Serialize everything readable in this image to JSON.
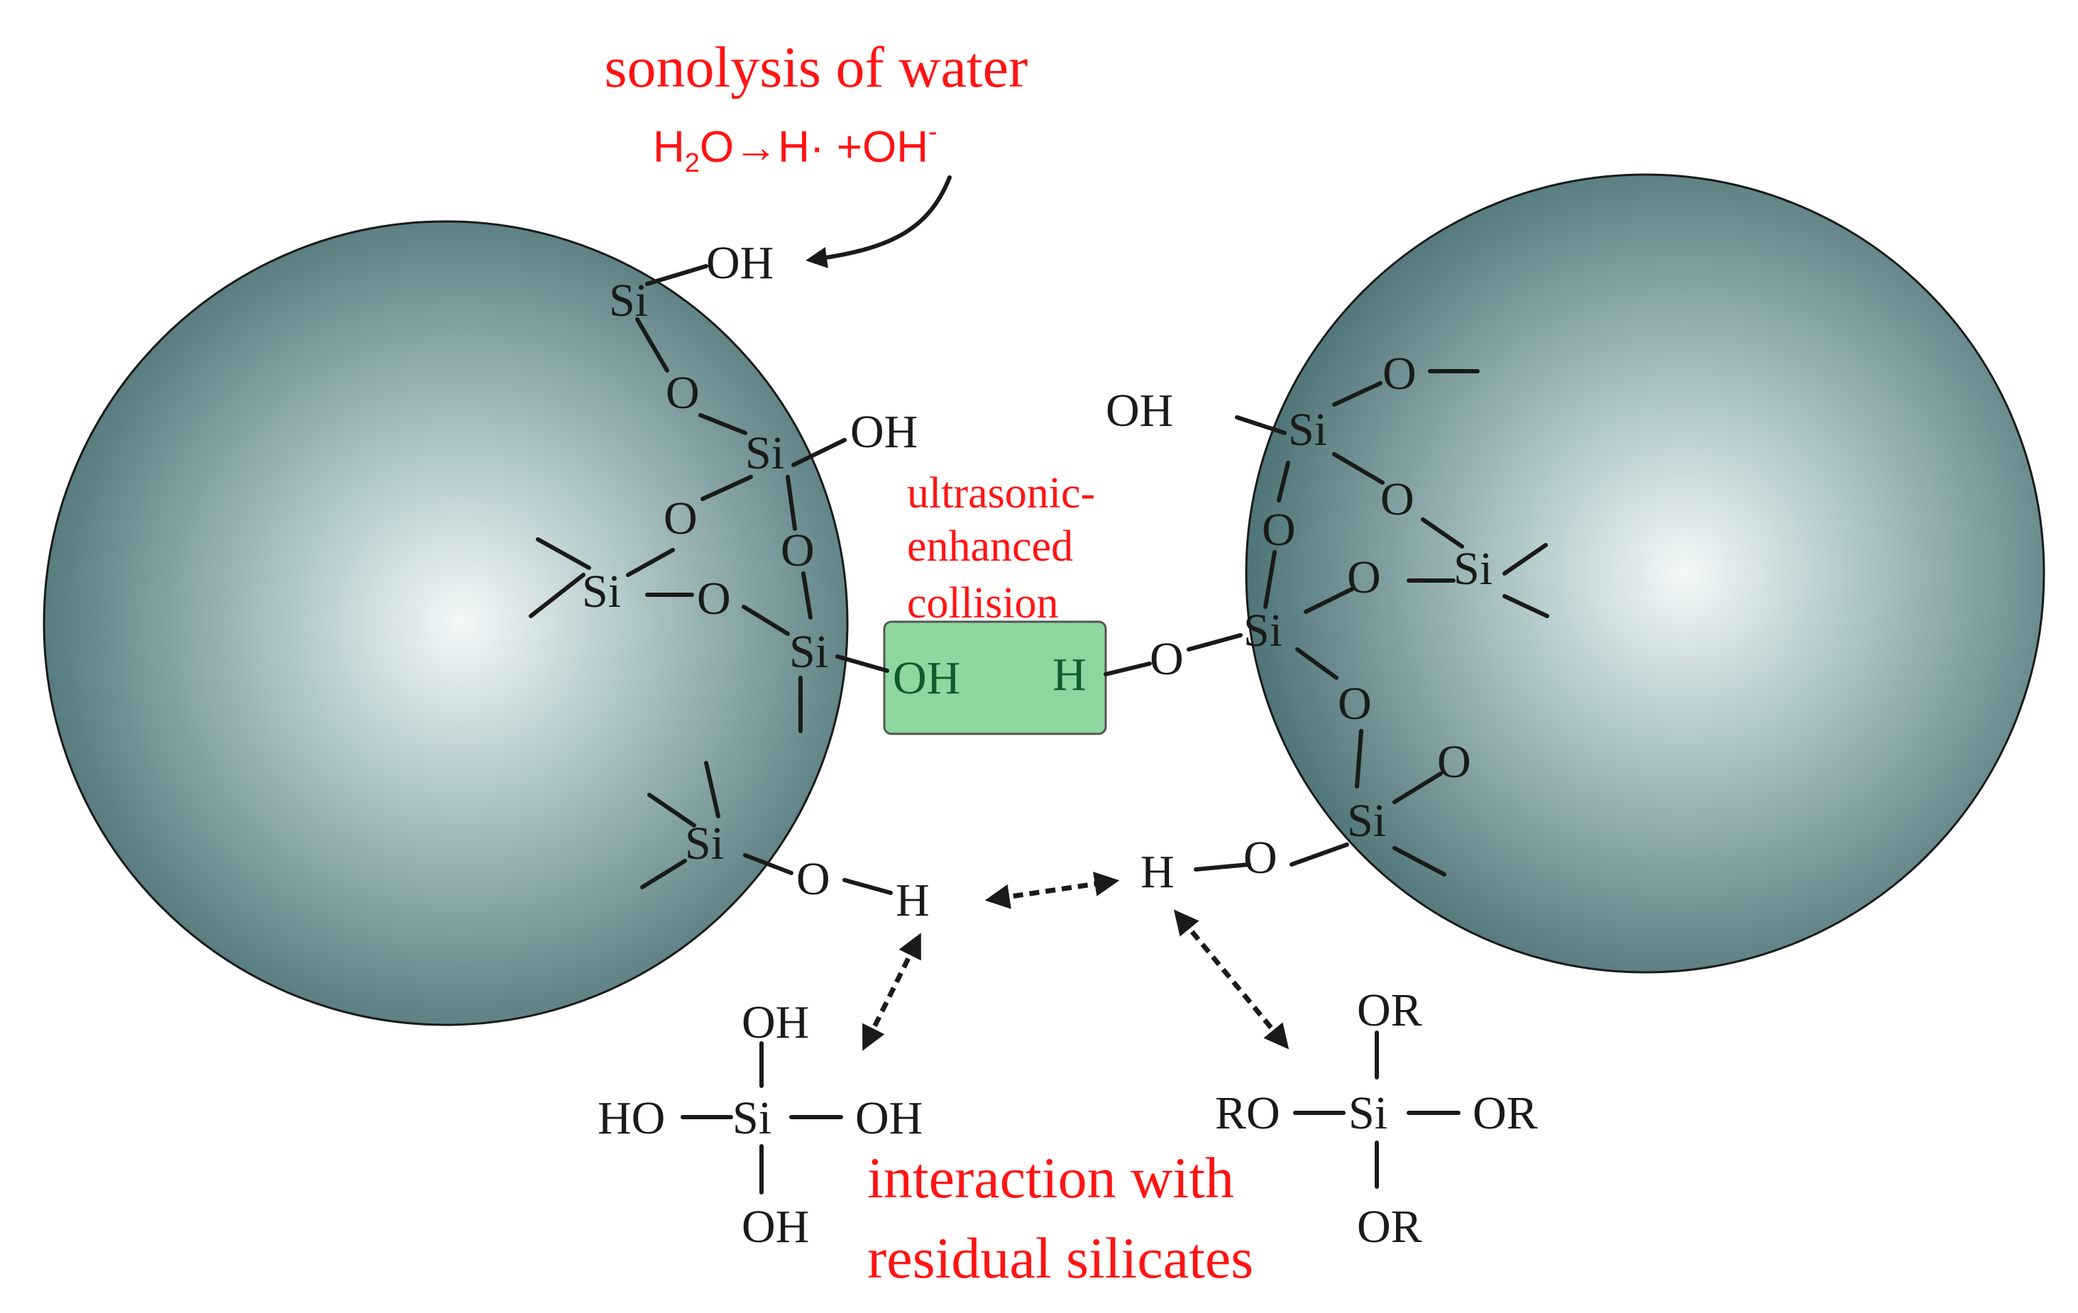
{
  "sonolysis": {
    "title": "sonolysis of water",
    "h": "H",
    "sub2": "2",
    "rest": "O→H· +OH",
    "sup": "-"
  },
  "collision": {
    "line1": "ultrasonic-",
    "line2": "enhanced",
    "line3": "collision"
  },
  "interaction": {
    "line1": "interaction with",
    "line2": "residual silicates"
  },
  "left_particle": {
    "si1": "Si",
    "oh1": "OH",
    "o1": "O",
    "si2": "Si",
    "oh2": "OH",
    "o2": "O",
    "o3": "O",
    "si3": "Si",
    "o4": "O",
    "si4": "Si",
    "si5": "Si",
    "o5": "O",
    "h5": "H"
  },
  "highlight": {
    "oh": "OH",
    "h": "H"
  },
  "right_particle": {
    "oh": "OH",
    "si1": "Si",
    "o_top": "O",
    "o_mid": "O",
    "si_side": "Si",
    "o_left": "O",
    "o_link": "O",
    "si2": "Si",
    "o_center": "O",
    "o_down": "O",
    "si3": "Si",
    "o_dbl": "O",
    "o_bottom": "O",
    "h_bottom": "H"
  },
  "silicic_acid": {
    "oh_top": "OH",
    "ho_left": "HO",
    "si": "Si",
    "oh_right": "OH",
    "oh_bottom": "OH"
  },
  "alkoxy_silane": {
    "or_top": "OR",
    "ro_left": "RO",
    "si": "Si",
    "or_right": "OR",
    "or_bottom": "OR"
  },
  "colors": {
    "sphere_center": "#f4f8f8",
    "sphere_edge": "#4f7578",
    "highlight_fill": "#8fd6a0",
    "annotation": "#ff1414"
  }
}
